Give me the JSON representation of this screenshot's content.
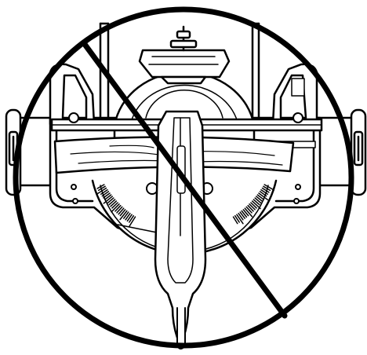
{
  "figure": {
    "subject": "miter-saw-top-view",
    "prohibition_symbol": "no-symbol",
    "workpiece": "warped-board"
  },
  "colors": {
    "line": "#000000",
    "background": "#ffffff",
    "fill_light": "#ffffff"
  },
  "icons": {
    "prohibition": "no-entry-icon"
  }
}
